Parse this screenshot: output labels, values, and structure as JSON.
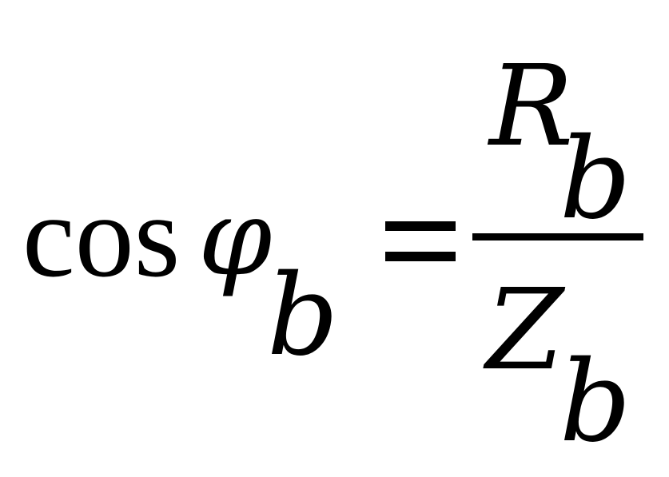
{
  "formula": {
    "function_name": "cos",
    "angle_symbol": "φ",
    "angle_subscript": "b",
    "relation": "=",
    "numerator": {
      "variable": "R",
      "subscript": "b"
    },
    "denominator": {
      "variable": "Z",
      "subscript": "b"
    }
  }
}
